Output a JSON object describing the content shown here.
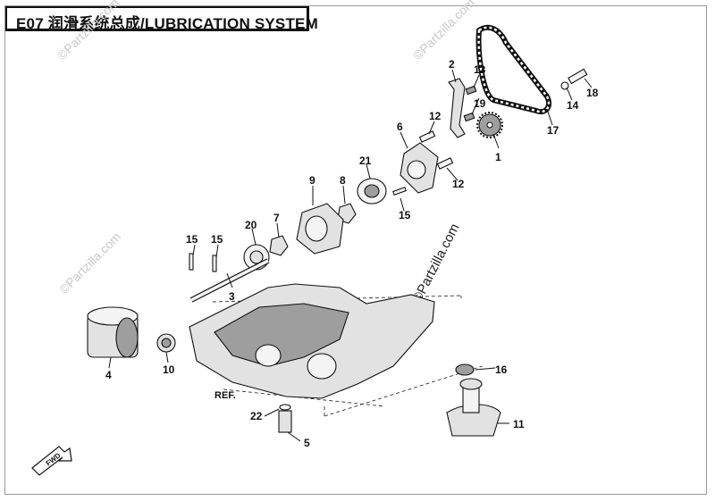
{
  "title": "E07 润滑系统总成/LUBRICATION SYSTEM",
  "watermark": "©Partzilla.com",
  "ref_label": "REF.",
  "fwd_label": "FWD",
  "callouts": [
    "1",
    "2",
    "3",
    "4",
    "5",
    "6",
    "7",
    "8",
    "9",
    "10",
    "11",
    "12",
    "12",
    "13",
    "14",
    "15",
    "15",
    "15",
    "16",
    "17",
    "18",
    "19",
    "20",
    "21",
    "22"
  ],
  "colors": {
    "line": "#111111",
    "part_fill": "#e2e2e2",
    "watermark": "#c9c9c9"
  }
}
